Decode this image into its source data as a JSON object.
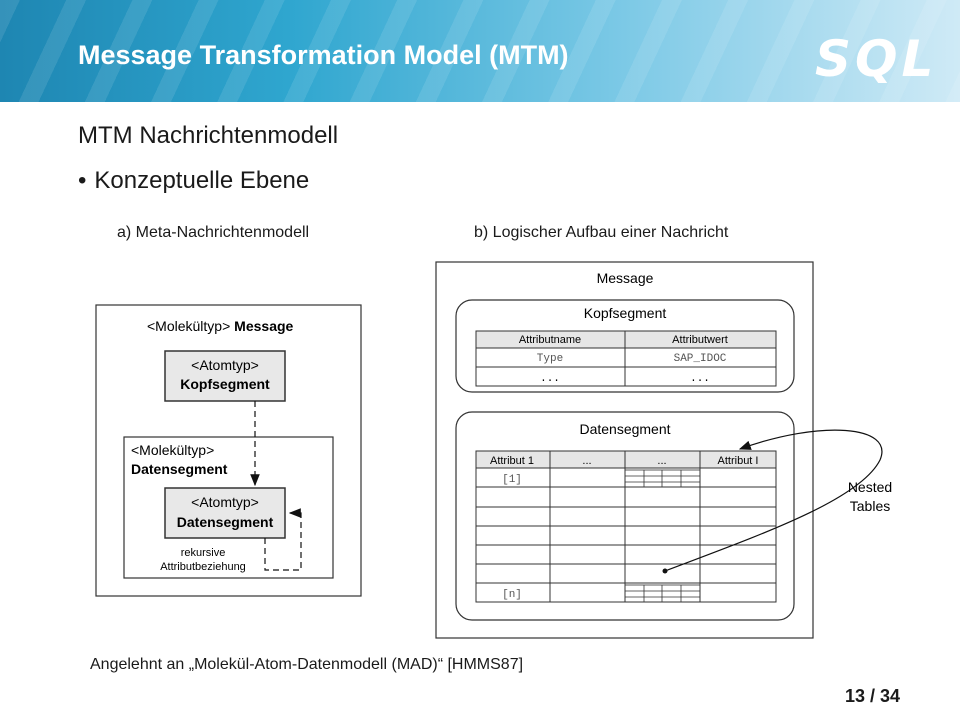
{
  "header": {
    "title": "Message Transformation Model (MTM)",
    "logo": "SQL"
  },
  "heading": "MTM Nachrichtenmodell",
  "bullet": "Konzeptuelle Ebene",
  "left": {
    "caption": "a) Meta-Nachrichtenmodell",
    "outer_prefix": "<Molekültyp>",
    "outer_name": "Message",
    "box1_type": "<Atomtyp>",
    "box1_name": "Kopfsegment",
    "inner_type": "<Molekültyp>",
    "inner_name": "Datensegment",
    "box2_type": "<Atomtyp>",
    "box2_name": "Datensegment",
    "rec_line1": "rekursive",
    "rec_line2": "Attributbeziehung"
  },
  "right": {
    "caption": "b) Logischer Aufbau einer Nachricht",
    "message": "Message",
    "kopf_title": "Kopfsegment",
    "kopf_headers": [
      "Attributname",
      "Attributwert"
    ],
    "kopf_row1": [
      "Type",
      "SAP_IDOC"
    ],
    "kopf_row2": [
      "...",
      "..."
    ],
    "daten_title": "Datensegment",
    "daten_headers": [
      "Attribut 1",
      "...",
      "...",
      "Attribut I"
    ],
    "row_first": "[1]",
    "row_last": "[n]",
    "nested_line1": "Nested",
    "nested_line2": "Tables"
  },
  "footer": {
    "source": "Angelehnt an „Molekül-Atom-Datenmodell (MAD)“ [HMMS87]",
    "page": "13 / 34"
  }
}
